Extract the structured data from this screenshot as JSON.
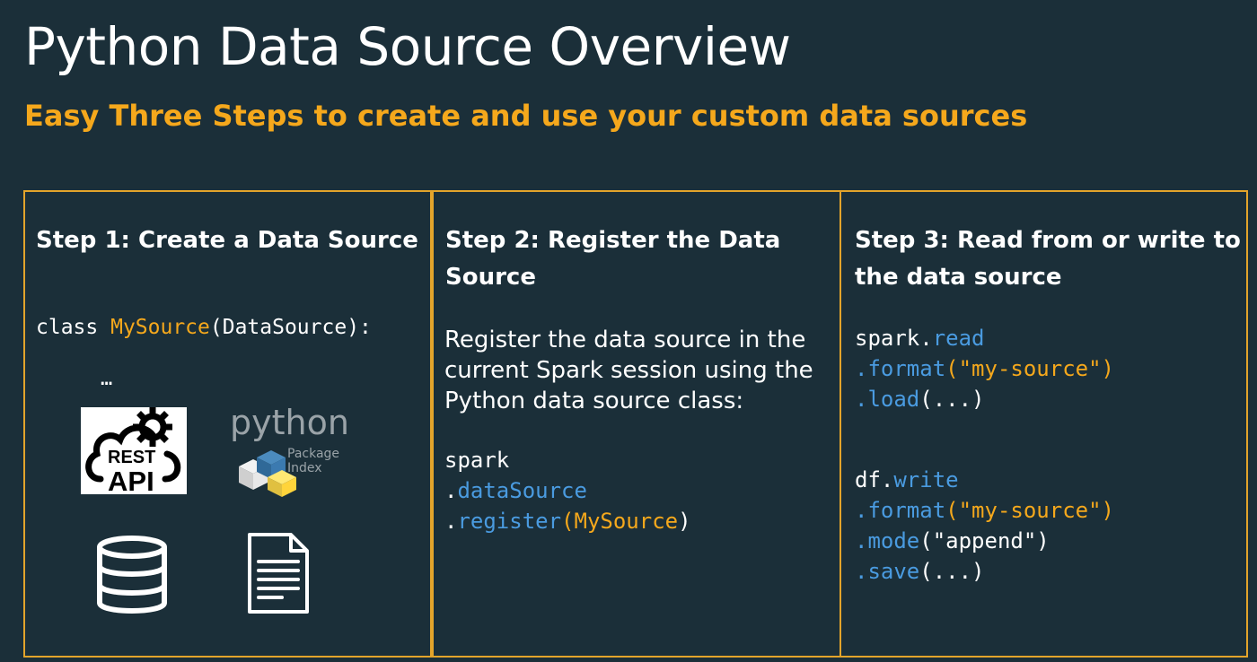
{
  "title": "Python Data Source Overview",
  "subtitle": "Easy Three Steps to create and use your custom data sources",
  "colors": {
    "background": "#1b2f39",
    "accent": "#f5a81c",
    "method": "#4a9be0",
    "border": "#e3a42b"
  },
  "step1": {
    "heading": "Step 1: Create a Data Source",
    "code_class_kw": "class ",
    "code_class_name": "MySource",
    "code_class_rest": "(DataSource):",
    "ellipsis": "…",
    "rest_icon_text": [
      "REST",
      "API"
    ],
    "pypi_icon_text": [
      "python",
      "Package",
      "Index"
    ],
    "icons": [
      "rest-api-icon",
      "pypi-icon",
      "database-icon",
      "document-icon"
    ]
  },
  "step2": {
    "heading": "Step 2: Register the Data Source",
    "description": "Register the data source in the current Spark session using the Python data source class:",
    "code": {
      "line1": "spark",
      "line2_dot": ".",
      "line2_method": "dataSource",
      "line3_dot": ".",
      "line3_method": "register",
      "line3_open": "(",
      "line3_arg": "MySource",
      "line3_close": ")"
    }
  },
  "step3": {
    "heading": "Step 3: Read from or write to the data source",
    "read": {
      "line1_obj": "spark",
      "line1_dot": ".",
      "line1_method": "read",
      "line2_method": ".format",
      "line2_arg": "(\"my-source\")",
      "line3_method": ".load",
      "line3_arg": "(...)"
    },
    "write": {
      "line1_obj": "df",
      "line1_dot": ".",
      "line1_method": "write",
      "line2_method": ".format",
      "line2_arg": "(\"my-source\")",
      "line3_method": ".mode",
      "line3_arg": "(\"append\")",
      "line4_method": ".save",
      "line4_arg": "(...)"
    }
  }
}
